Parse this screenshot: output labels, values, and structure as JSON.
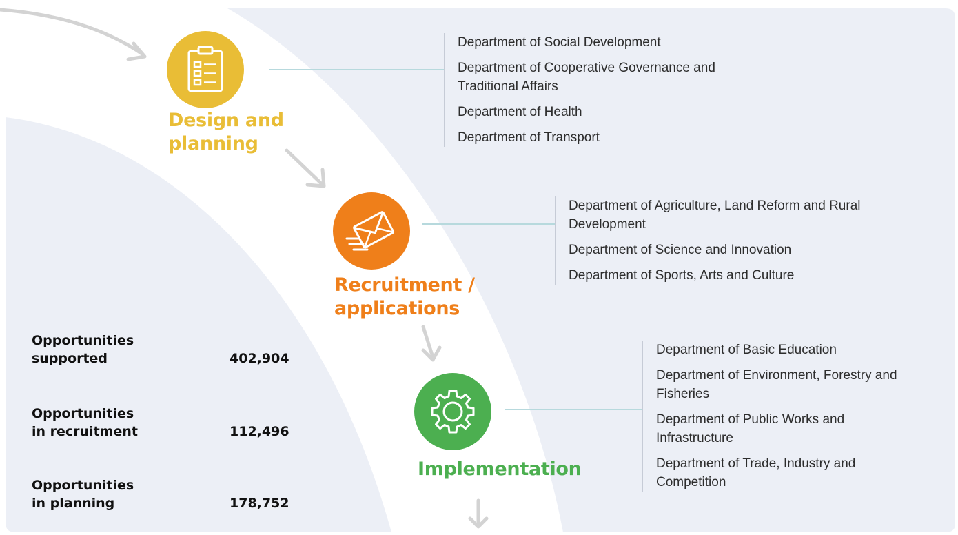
{
  "colors": {
    "background_panel": "#eceff6",
    "white_band": "#ffffff",
    "design": "#e9bd36",
    "recruitment": "#ef7f1a",
    "implementation": "#4caf50",
    "connector": "#b7d9dd",
    "arrow": "#d3d3d3"
  },
  "stages": [
    {
      "label": "Design and planning",
      "label_lines": [
        "Design and",
        "planning"
      ],
      "icon": "clipboard-checklist-icon",
      "color": "#e9bd36",
      "departments": [
        "Department of Social Development",
        "Department of Cooperative Governance and Traditional Affairs",
        "Department of Health",
        "Department of Transport"
      ]
    },
    {
      "label": "Recruitment / applications",
      "label_lines": [
        "Recruitment /",
        "applications"
      ],
      "icon": "envelope-icon",
      "color": "#ef7f1a",
      "departments": [
        "Department of Agriculture, Land Reform and Rural Development",
        "Department of Science and Innovation",
        "Department of Sports, Arts and Culture"
      ]
    },
    {
      "label": "Implementation",
      "label_lines": [
        "Implementation"
      ],
      "icon": "gear-icon",
      "color": "#4caf50",
      "departments": [
        "Department of Basic Education",
        "Department of Environment, Forestry and Fisheries",
        "Department of Public Works and Infrastructure",
        "Department of Trade, Industry and Competition"
      ]
    }
  ],
  "metrics": [
    {
      "label_lines": [
        "Opportunities",
        "supported"
      ],
      "value": "402,904"
    },
    {
      "label_lines": [
        "Opportunities",
        "in recruitment"
      ],
      "value": "112,496"
    },
    {
      "label_lines": [
        "Opportunities",
        "in planning"
      ],
      "value": "178,752"
    }
  ]
}
